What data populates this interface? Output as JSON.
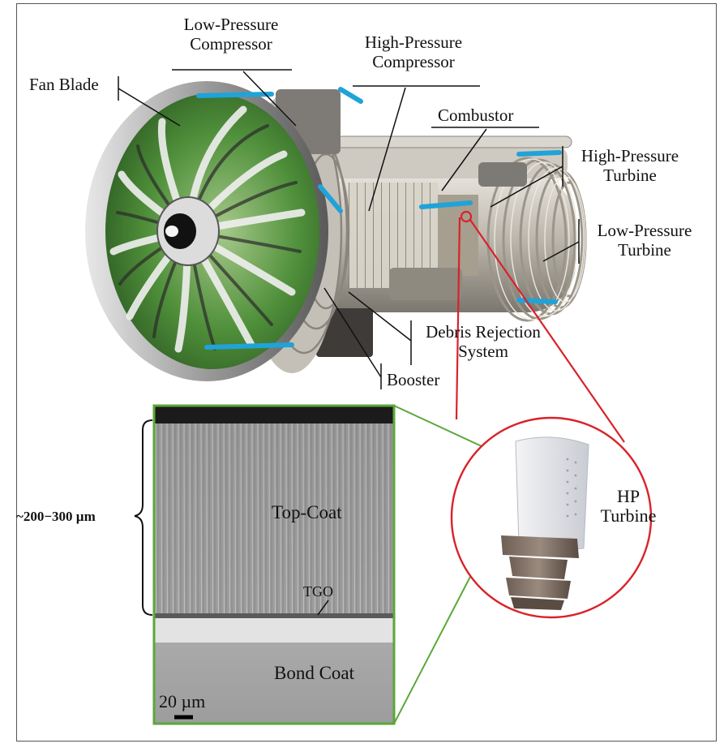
{
  "labels": {
    "fan_blade": "Fan Blade",
    "low_pressure_compressor": [
      "Low-Pressure",
      "Compressor"
    ],
    "high_pressure_compressor": [
      "High-Pressure",
      "Compressor"
    ],
    "combustor": "Combustor",
    "high_pressure_turbine": [
      "High-Pressure",
      "Turbine"
    ],
    "low_pressure_turbine": [
      "Low-Pressure",
      "Turbine"
    ],
    "debris_rejection_system": [
      "Debris Rejection",
      "System"
    ],
    "booster": "Booster",
    "top_coat": "Top-Coat",
    "tgo": "TGO",
    "bond_coat": "Bond Coat",
    "scale_bar": "20 µm",
    "thickness": "~200−300 µm",
    "hp_turbine": [
      "HP",
      "Turbine"
    ]
  },
  "colors": {
    "sem_frame": "#5aa83a",
    "turbine_callout": "#d8232a",
    "engine_accent": "#1fa3d8",
    "fan_interior": "#4f8f3a"
  }
}
